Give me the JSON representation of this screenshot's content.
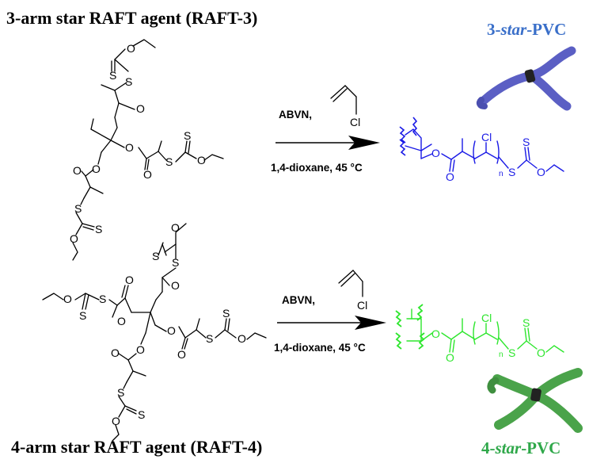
{
  "raft3": {
    "title": "3-arm star RAFT agent (RAFT-3)",
    "atom_S": "S",
    "atom_O": "O"
  },
  "raft4": {
    "title": "4-arm star RAFT agent (RAFT-4)",
    "atom_S": "S",
    "atom_O": "O"
  },
  "reaction1": {
    "reagent": "ABVN,",
    "conditions": "1,4-dioxane, 45 °C",
    "monomer_cl": "Cl"
  },
  "reaction2": {
    "reagent": "ABVN,",
    "conditions": "1,4-dioxane, 45 °C",
    "monomer_cl": "Cl"
  },
  "product3": {
    "title_prefix": "3-",
    "title_italic": "star",
    "title_suffix": "-PVC",
    "cl": "Cl",
    "n": "n",
    "atom_S": "S",
    "atom_O": "O",
    "color": "#1a1ae6",
    "title_color": "#3a6fc9",
    "model_color": "#5b5fc4"
  },
  "product4": {
    "title_prefix": "4-",
    "title_italic": "star",
    "title_suffix": "-PVC",
    "cl": "Cl",
    "n": "n",
    "atom_S": "S",
    "atom_O": "O",
    "color": "#2ee62e",
    "title_color": "#2fa84a",
    "model_color": "#4aa34a"
  }
}
